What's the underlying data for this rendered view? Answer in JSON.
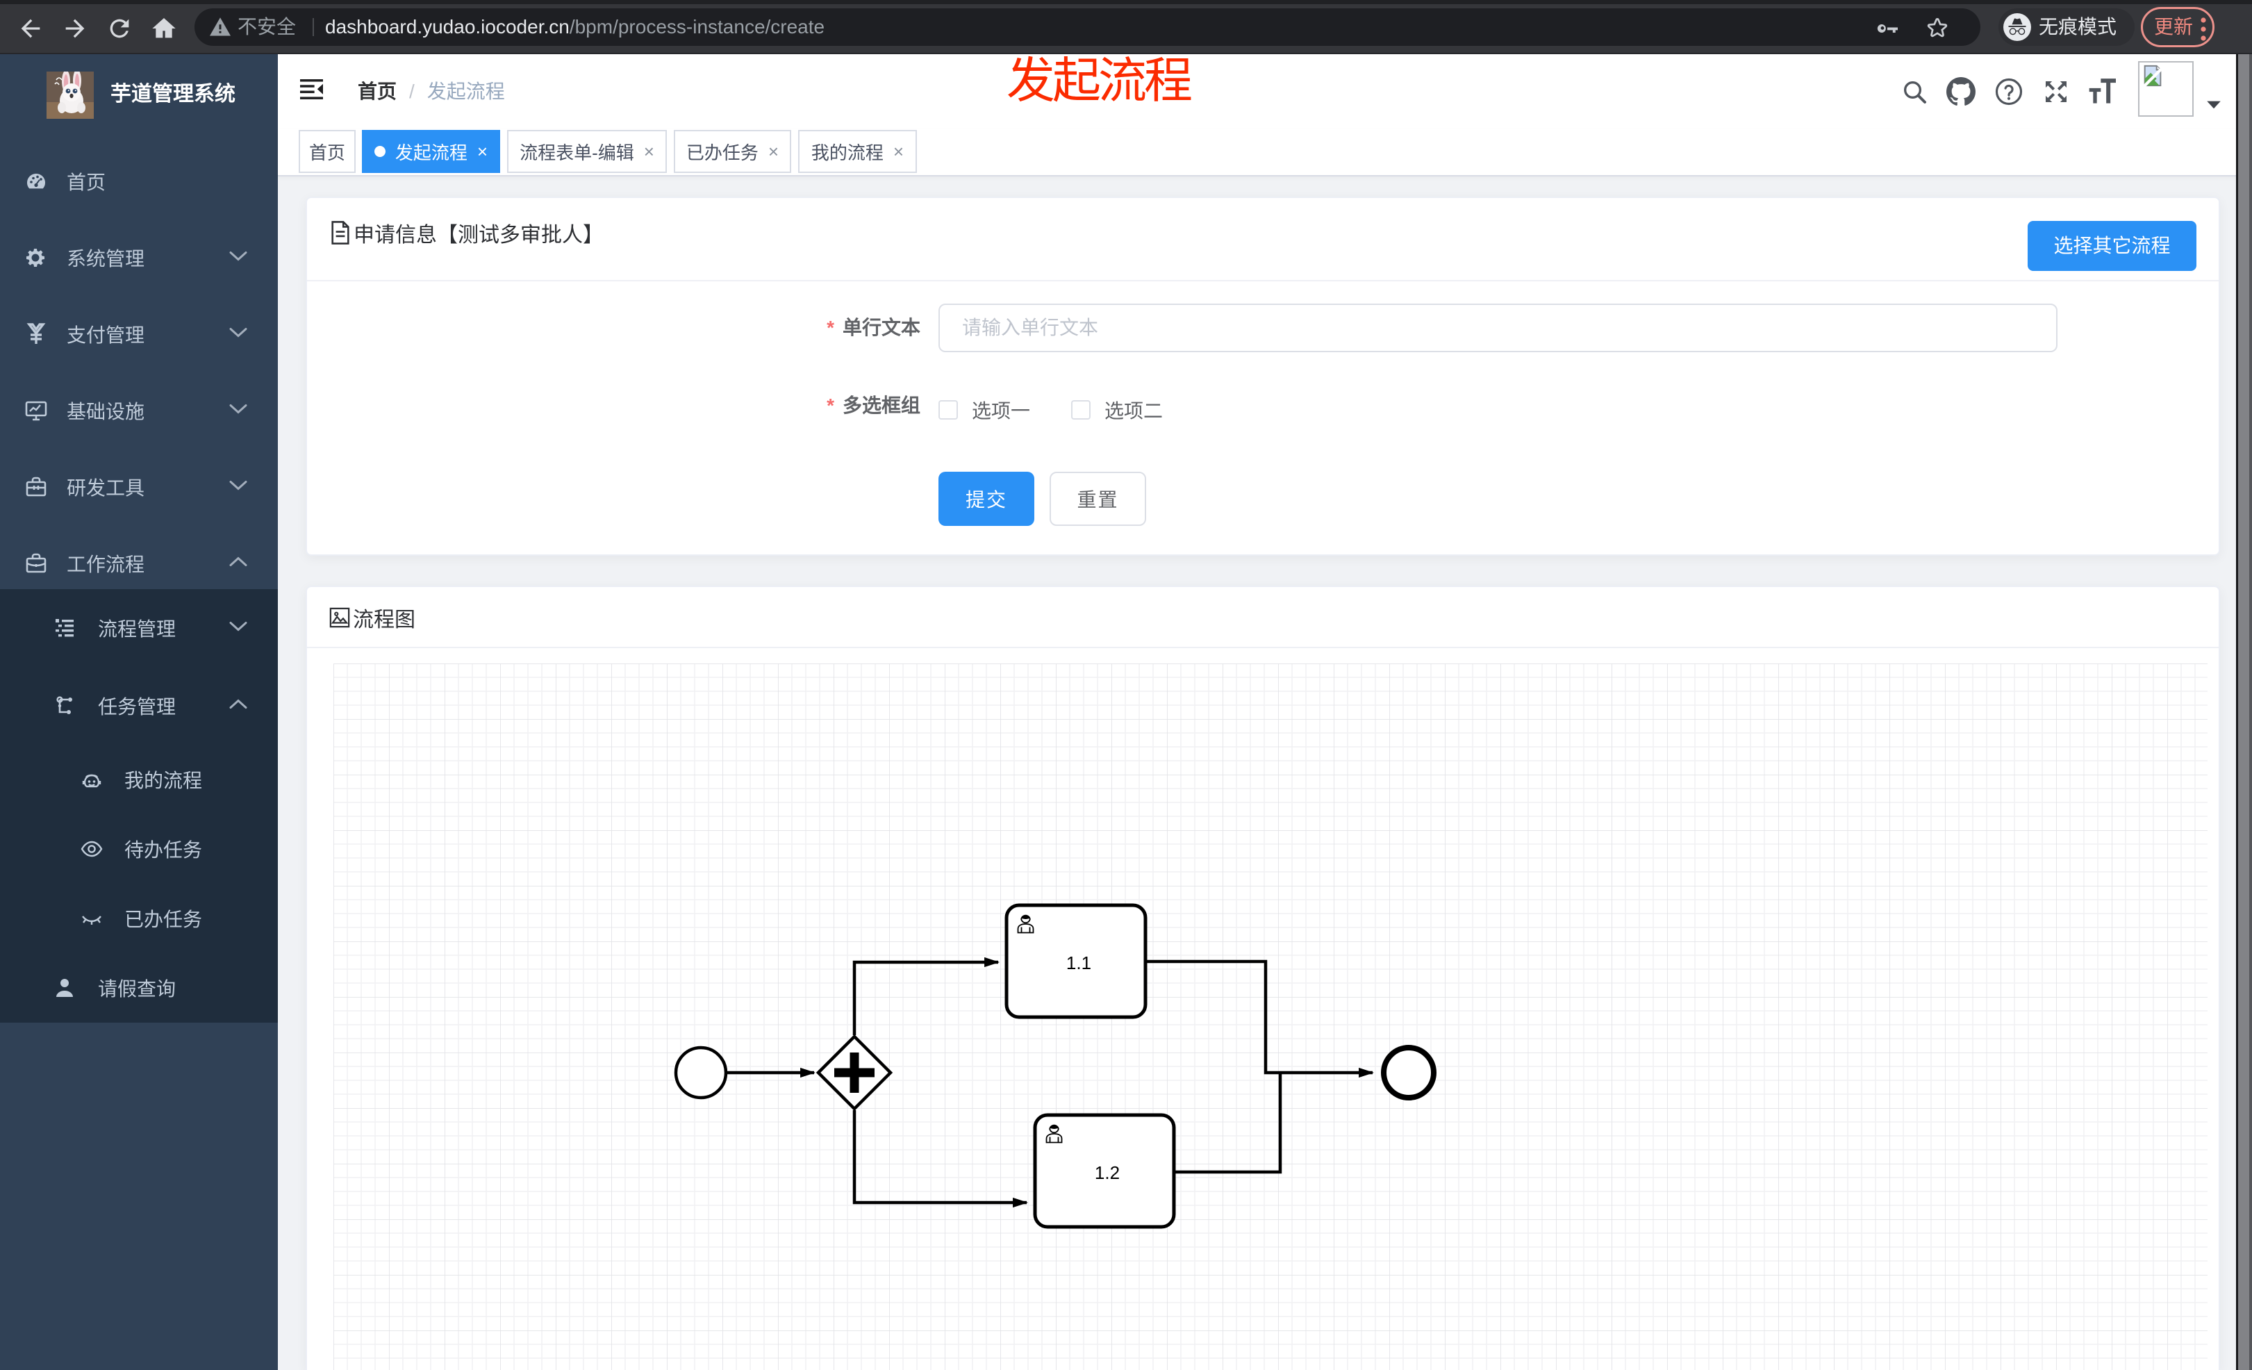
{
  "browser": {
    "security_label": "不安全",
    "url_domain": "dashboard.yudao.iocoder.cn",
    "url_path": "/bpm/process-instance/create",
    "incognito_label": "无痕模式",
    "update_label": "更新"
  },
  "annotation": {
    "text": "发起流程",
    "color": "#fb2b00"
  },
  "sidebar": {
    "logo_title": "芋道管理系统",
    "items": [
      {
        "label": "首页",
        "icon": "dashboard-icon",
        "level": 1,
        "expandable": false
      },
      {
        "label": "系统管理",
        "icon": "gear-icon",
        "level": 1,
        "expandable": true,
        "expanded": false
      },
      {
        "label": "支付管理",
        "icon": "yen-icon",
        "level": 1,
        "expandable": true,
        "expanded": false
      },
      {
        "label": "基础设施",
        "icon": "monitor-icon",
        "level": 1,
        "expandable": true,
        "expanded": false
      },
      {
        "label": "研发工具",
        "icon": "toolbox-icon",
        "level": 1,
        "expandable": true,
        "expanded": false
      },
      {
        "label": "工作流程",
        "icon": "briefcase-icon",
        "level": 1,
        "expandable": true,
        "expanded": true
      },
      {
        "label": "流程管理",
        "icon": "list-tree-icon",
        "level": 2,
        "expandable": true,
        "expanded": false
      },
      {
        "label": "任务管理",
        "icon": "flow-tree-icon",
        "level": 2,
        "expandable": true,
        "expanded": true
      },
      {
        "label": "我的流程",
        "icon": "robot-icon",
        "level": 3
      },
      {
        "label": "待办任务",
        "icon": "eye-icon",
        "level": 3
      },
      {
        "label": "已办任务",
        "icon": "eye-closed-icon",
        "level": 3
      },
      {
        "label": "请假查询",
        "icon": "person-icon",
        "level": 2
      }
    ]
  },
  "navbar": {
    "breadcrumb": {
      "home": "首页",
      "separator": "/",
      "current": "发起流程"
    }
  },
  "tags": [
    {
      "label": "首页",
      "active": false,
      "closable": false
    },
    {
      "label": "发起流程",
      "active": true,
      "closable": true
    },
    {
      "label": "流程表单-编辑",
      "active": false,
      "closable": true
    },
    {
      "label": "已办任务",
      "active": false,
      "closable": true
    },
    {
      "label": "我的流程",
      "active": false,
      "closable": true
    }
  ],
  "form_card": {
    "title": "申请信息【测试多审批人】",
    "action_button": "选择其它流程",
    "fields": [
      {
        "label": "单行文本",
        "required": true,
        "type": "text-input",
        "value": "",
        "placeholder": "请输入单行文本"
      },
      {
        "label": "多选框组",
        "required": true,
        "type": "checkbox-group",
        "options": [
          {
            "label": "选项一",
            "checked": false
          },
          {
            "label": "选项二",
            "checked": false
          }
        ]
      }
    ],
    "submit_label": "提交",
    "reset_label": "重置"
  },
  "diagram_card": {
    "title": "流程图",
    "diagram_type": "bpmn-process",
    "nodes": [
      {
        "id": "start",
        "type": "start-event",
        "label": ""
      },
      {
        "id": "gateway",
        "type": "parallel-gateway",
        "label": ""
      },
      {
        "id": "task1",
        "type": "user-task",
        "label": "1.1"
      },
      {
        "id": "task2",
        "type": "user-task",
        "label": "1.2"
      },
      {
        "id": "end",
        "type": "end-event",
        "label": ""
      }
    ],
    "edges": [
      {
        "from": "start",
        "to": "gateway"
      },
      {
        "from": "gateway",
        "to": "task1"
      },
      {
        "from": "gateway",
        "to": "task2"
      },
      {
        "from": "task1",
        "to": "end"
      },
      {
        "from": "task2",
        "to": "end"
      }
    ]
  },
  "colors": {
    "primary": "#2b91f5",
    "sidebar_bg": "#304156",
    "submenu_bg": "#1f2d3d",
    "menu_text": "#bfcbd9",
    "annotation_red": "#fb2b00",
    "danger": "#f56c6c"
  }
}
